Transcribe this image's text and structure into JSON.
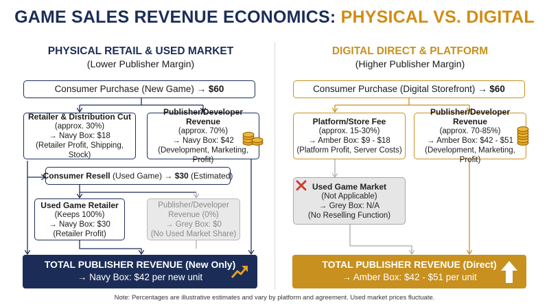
{
  "title": {
    "part1": "GAME SALES REVENUE ECONOMICS: ",
    "part2": "PHYSICAL VS. DIGITAL"
  },
  "physical": {
    "heading": "PHYSICAL RETAIL & USED MARKET",
    "subheading": "(Lower Publisher Margin)",
    "purchase": {
      "label": "Consumer Purchase (New Game) → ",
      "amount": "$60"
    },
    "retailer_cut": {
      "title": "Retailer & Distribution Cut",
      "line1": "(approx. 30%)",
      "line2": "→ Navy Box: $18",
      "line3": "(Retailer Profit, Shipping, Stock)"
    },
    "publisher_revenue": {
      "title": "Publisher/Developer Revenue",
      "line1": "(approx. 70%)",
      "line2": "→ Navy Box: $42",
      "line3": "(Development, Marketing, Profit)"
    },
    "resell": {
      "bold": "Consumer Resell",
      "label": " (Used Game) → ",
      "amount": "$30",
      "suffix": " (Estimated)"
    },
    "used_retailer": {
      "title": "Used Game Retailer",
      "line1": "(Keeps 100%)",
      "line2": "→ Navy Box: $30",
      "line3": "(Retailer Profit)"
    },
    "publisher_used": {
      "line0": "Publisher/Developer",
      "line1": "Revenue (0%)",
      "line2": "→ Grey Box: $0",
      "line3": "(No Used Market Share)"
    },
    "total": {
      "title": "TOTAL PUBLISHER REVENUE (New Only)",
      "value": "→ Navy Box: $42 per new unit"
    }
  },
  "digital": {
    "heading": "DIGITAL DIRECT & PLATFORM",
    "subheading": "(Higher Publisher Margin)",
    "purchase": {
      "label": "Consumer Purchase (Digital Storefront) → ",
      "amount": "$60"
    },
    "platform_fee": {
      "title": "Platform/Store Fee",
      "line1": "(approx. 15-30%)",
      "line2": "→ Amber Box: $9 - $18",
      "line3": "(Platform Profit, Server Costs)"
    },
    "publisher_revenue": {
      "title": "Publisher/Developer Revenue",
      "line1": "(approx. 70-85%)",
      "line2": "→ Amber Box: $42 - $51",
      "line3": "(Development, Marketing, Profit)"
    },
    "used_market": {
      "title": "Used Game Market",
      "line1": "(Not Applicable)",
      "line2": "→ Grey Box: N/A",
      "line3": "(No Reselling Function)"
    },
    "total": {
      "title": "TOTAL PUBLISHER REVENUE (Direct)",
      "value": "→ Amber Box: $42 - $51 per unit"
    }
  },
  "note": "Note: Percentages are illustrative estimates and vary by platform and agreement. Used market prices fluctuate.",
  "colors": {
    "navy": "#1b2d57",
    "amber": "#c7901f",
    "grey": "#b8b8b8",
    "red_x": "#d03a2a",
    "coin": "#e3a321"
  },
  "icons": [
    "coin-stack-icon",
    "coin-stack-icon",
    "red-x-icon",
    "trend-up-arrow-icon",
    "up-arrow-icon"
  ]
}
